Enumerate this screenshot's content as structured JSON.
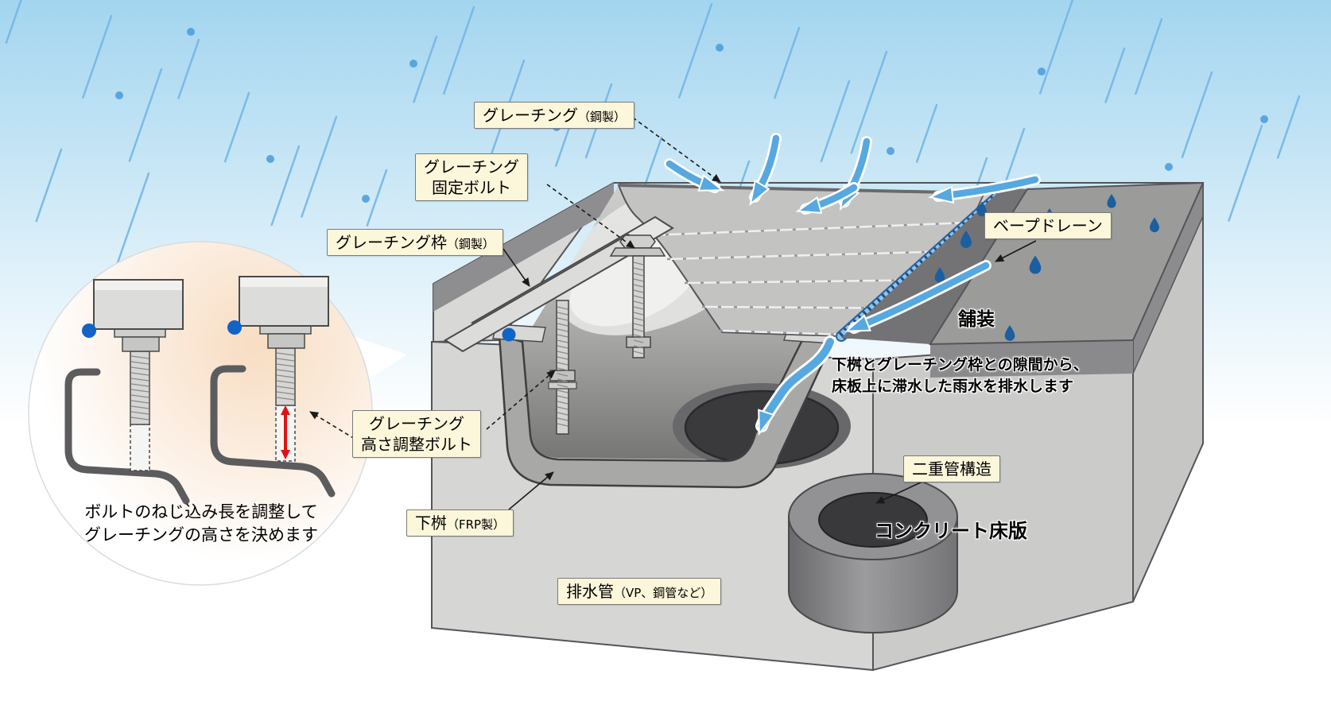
{
  "labels": {
    "grating": {
      "main": "グレーチング",
      "sub": "（鋼製）"
    },
    "fixing_bolt": {
      "line1": "グレーチング",
      "line2": "固定ボルト"
    },
    "frame": {
      "main": "グレーチング枠",
      "sub": "（鋼製）"
    },
    "pave_drain": {
      "text": "ベープドレーン"
    },
    "pavement": {
      "text": "舗装"
    },
    "drain_note": {
      "line1": "下桝とグレーチング枠との隙間から、",
      "line2": "床板上に滞水した雨水を排水します"
    },
    "height_bolt": {
      "line1": "グレーチング",
      "line2": "高さ調整ボルト"
    },
    "shita_masu": {
      "main": "下桝",
      "sub": "（FRP製）"
    },
    "double_pipe": {
      "text": "二重管構造"
    },
    "concrete_slab": {
      "text": "コンクリート床版"
    },
    "drain_pipe": {
      "main": "排水管",
      "sub": "（VP、鋼管など）"
    },
    "inset_note": {
      "line1": "ボルトのねじ込み長を調整して",
      "line2": "グレーチングの高さを決めます"
    }
  },
  "icons": {
    "water_flow_arrow": "curved-blue-arrow",
    "rain_streak": "diagonal-line",
    "rain_drop": "small-circle",
    "water_drop": "dark-teardrop",
    "height_adjust_arrow": "red-double-arrow",
    "level_reference_dot": "blue-dot"
  },
  "colors": {
    "sky_top": "#a3d5ef",
    "label_bg": "#fcf6da",
    "label_border": "#7a7a7a",
    "water_arrow": "#56a8e0",
    "rain": "#74b6e6",
    "water_drop_dark": "#1b5fa0",
    "red_arrow": "#e01212",
    "reference_dot": "#1263c6",
    "pavement_gray": "#9b9b99",
    "concrete_gray": "#d2d2d0"
  }
}
